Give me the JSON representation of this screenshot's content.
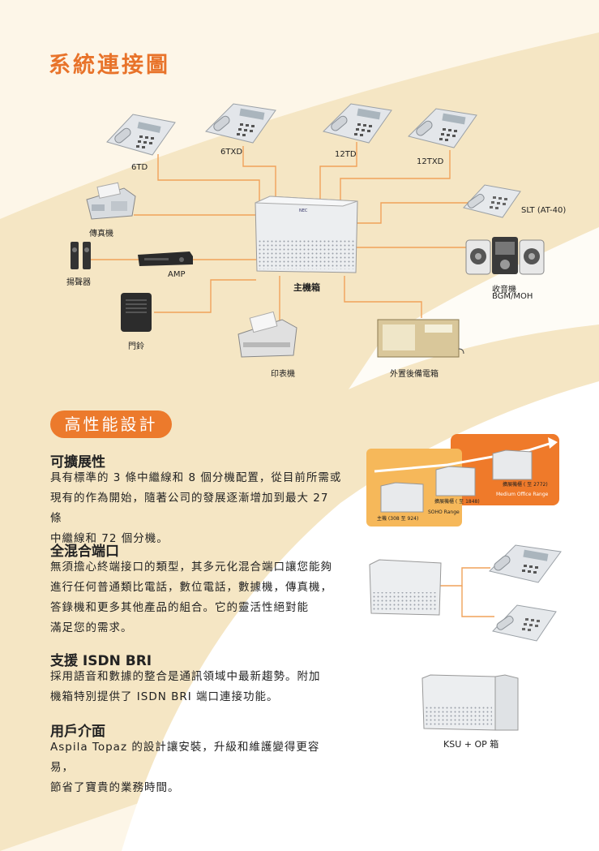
{
  "title": "系統連接圖",
  "diagram": {
    "phone_6td": "6TD",
    "phone_6txd": "6TXD",
    "phone_12td": "12TD",
    "phone_12txd": "12TXD",
    "slt": "SLT (AT-40)",
    "fax": "傳真機",
    "speaker": "揚聲器",
    "amp": "AMP",
    "main_box": "主機箱",
    "radio_line1": "收音機",
    "radio_line2": "BGM/MOH",
    "doorbell": "門鈴",
    "printer": "印表機",
    "backup_box": "外置後備電箱"
  },
  "features_pill": "高性能設計",
  "sections": [
    {
      "heading": "可擴展性",
      "lines": [
        "具有標準的 3 條中繼線和 8 個分機配置，從目前所需或",
        "現有的作為開始，隨著公司的發展逐漸增加到最大 27 條",
        "中繼線和 72 個分機。"
      ]
    },
    {
      "heading": "全混合端口",
      "lines": [
        "無須擔心終端接口的類型，其多元化混合端口讓您能夠",
        "進行任何普通類比電話，數位電話，數據機，傳真機，",
        "答錄機和更多其他產品的組合。它的靈活性絕對能",
        "滿足您的需求。"
      ]
    },
    {
      "heading": "支援 ISDN BRI",
      "lines": [
        "採用語音和數據的整合是通訊領域中最新趨勢。附加",
        "機箱特別提供了 ISDN BRI 端口連接功能。"
      ]
    },
    {
      "heading": "用戶介面",
      "lines": [
        "Aspila Topaz 的設計讓安裝，升級和維護變得更容易，",
        "節省了寶貴的業務時間。"
      ]
    }
  ],
  "expansion": {
    "main": "主機 (308 至 924)",
    "soho": "SOHO Range",
    "exp1": "擴展機櫃 ( 至 1848)",
    "exp2": "擴展機櫃 ( 至 2772)",
    "medium": "Medium Office Range"
  },
  "ksu_label": "KSU + OP 箱"
}
